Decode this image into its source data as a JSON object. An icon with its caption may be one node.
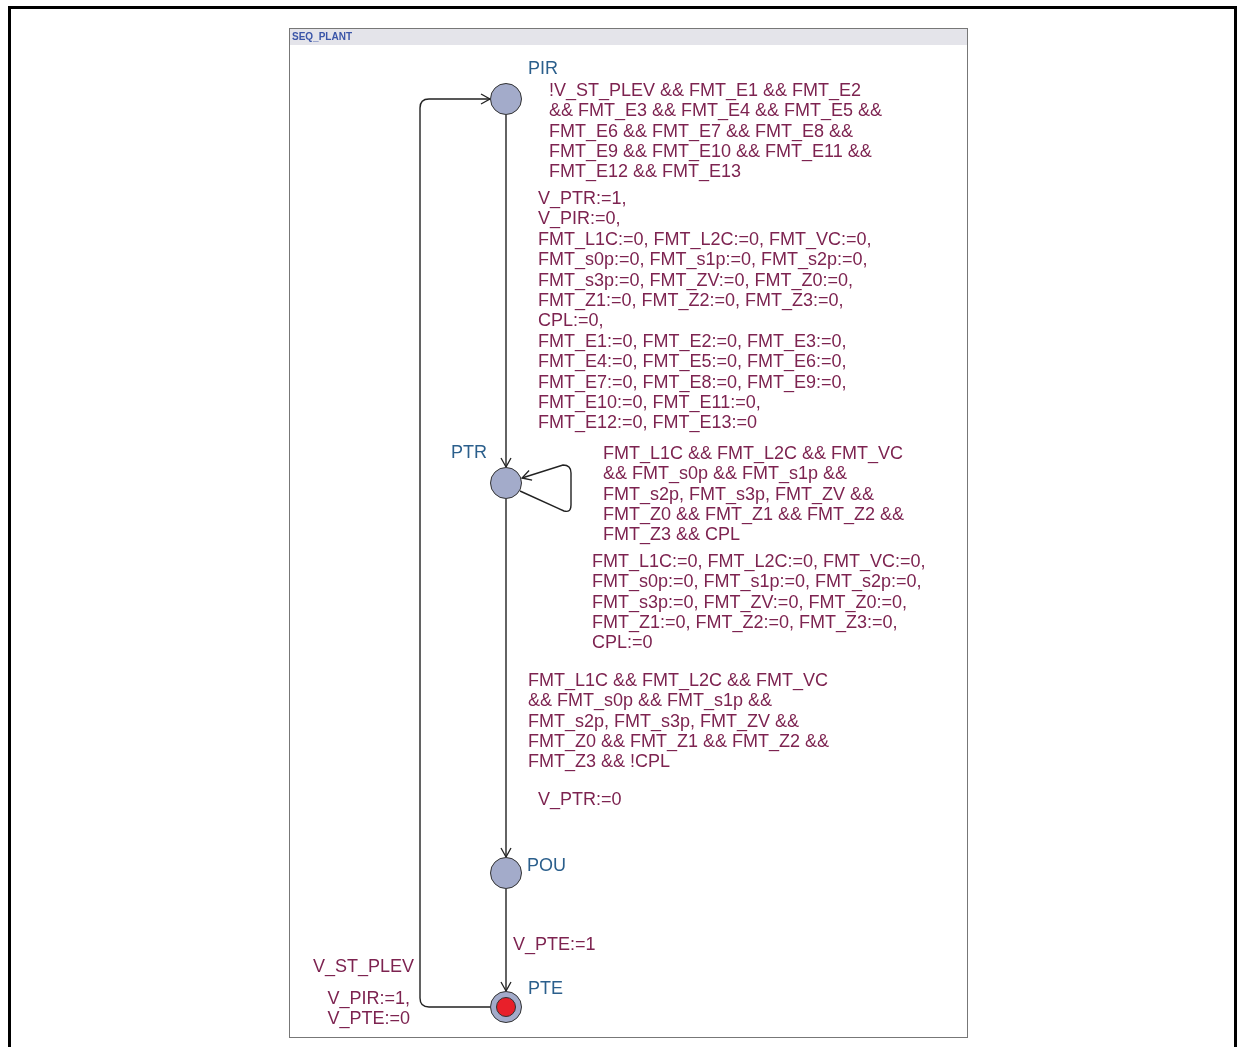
{
  "diagram": {
    "nodes": [
      {
        "text": [
          "SEQ_PLANT"
        ]
      },
      {
        "text": [
          "PIR"
        ],
        "in": 0
      },
      {
        "text": [
          "PTR"
        ],
        "in": 0
      },
      {
        "text": [
          "POU"
        ],
        "in": 0
      },
      {
        "text": [
          "PTE"
        ],
        "in": 0
      }
    ],
    "edges": [
      {
        "from": 1,
        "to": 2,
        "arrow": "to",
        "label": "!V_ST_PLEV && FMT_E1 && FMT_E2 && FMT_E3 && FMT_E4 && FMT_E5 && FMT_E6 && FMT_E7 && FMT_E8 && FMT_E9 && FMT_E10 && FMT_E11 && FMT_E12 && FMT_E13"
      },
      {
        "from": 2,
        "to": 2,
        "arrow": "to",
        "label": "FMT_L1C && FMT_L2C && FMT_VC && FMT_s0p && FMT_s1p && FMT_s2p, FMT_s3p, FMT_ZV && FMT_Z0 && FMT_Z1 && FMT_Z2 && FMT_Z3 && CPL"
      },
      {
        "from": 2,
        "to": 3,
        "arrow": "to",
        "label": "FMT_L1C && FMT_L2C && FMT_VC && FMT_s0p && FMT_s1p && FMT_s2p, FMT_s3p, FMT_ZV && FMT_Z0 && FMT_Z1 && FMT_Z2 && FMT_Z3 && !CPL"
      },
      {
        "from": 3,
        "to": 4,
        "arrow": "to",
        "label": "V_PTE:=1"
      },
      {
        "from": 4,
        "to": 1,
        "arrow": "to",
        "label": "V_ST_PLEV"
      }
    ],
    "labels": [
      "V_PTR:=1,",
      "V_PIR:=0,",
      "FMT_L1C:=0, FMT_L2C:=0, FMT_VC:=0, FMT_s0p:=0, FMT_s1p:=0, FMT_s2p:=0, FMT_s3p:=0, FMT_ZV:=0, FMT_Z0:=0, FMT_Z1:=0, FMT_Z2:=0, FMT_Z3:=0, CPL:=0,",
      "FMT_E1:=0, FMT_E2:=0, FMT_E3:=0, FMT_E4:=0, FMT_E5:=0, FMT_E6:=0, FMT_E7:=0, FMT_E8:=0, FMT_E9:=0, FMT_E10:=0, FMT_E11:=0, FMT_E12:=0, FMT_E13:=0",
      "FMT_L1C:=0, FMT_L2C:=0, FMT_VC:=0, FMT_s0p:=0, FMT_s1p:=0, FMT_s2p:=0, FMT_s3p:=0, FMT_ZV:=0, FMT_Z0:=0, FMT_Z1:=0, FMT_Z2:=0, FMT_Z3:=0, CPL:=0",
      "V_PTR:=0",
      "V_PIR:=1, V_PTE:=0"
    ]
  }
}
